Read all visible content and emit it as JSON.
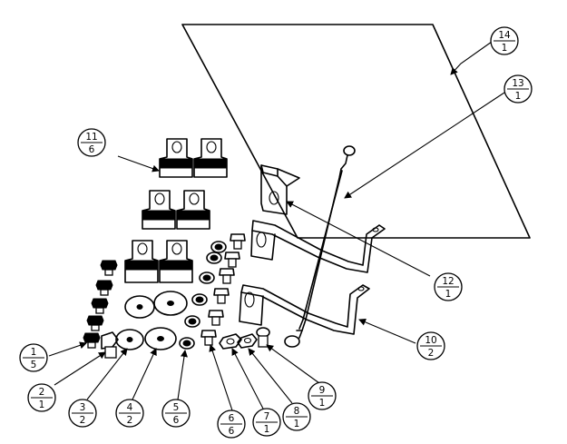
{
  "callouts": [
    {
      "id": "1",
      "item": "1",
      "qty": "5"
    },
    {
      "id": "2",
      "item": "2",
      "qty": "1"
    },
    {
      "id": "3",
      "item": "3",
      "qty": "2"
    },
    {
      "id": "4",
      "item": "4",
      "qty": "2"
    },
    {
      "id": "5",
      "item": "5",
      "qty": "6"
    },
    {
      "id": "6",
      "item": "6",
      "qty": "6"
    },
    {
      "id": "7",
      "item": "7",
      "qty": "1"
    },
    {
      "id": "8",
      "item": "8",
      "qty": "1"
    },
    {
      "id": "9",
      "item": "9",
      "qty": "1"
    },
    {
      "id": "10",
      "item": "10",
      "qty": "2"
    },
    {
      "id": "11",
      "item": "11",
      "qty": "6"
    },
    {
      "id": "12",
      "item": "12",
      "qty": "1"
    },
    {
      "id": "13",
      "item": "13",
      "qty": "1"
    },
    {
      "id": "14",
      "item": "14",
      "qty": "1"
    }
  ],
  "colors": {
    "line": "#000000",
    "background": "#ffffff"
  }
}
